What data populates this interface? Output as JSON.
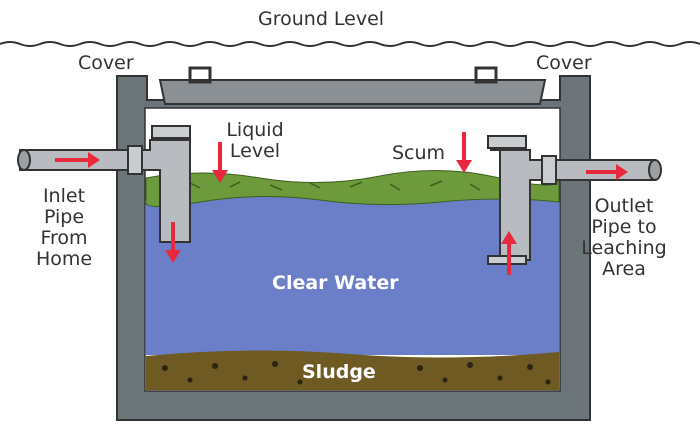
{
  "diagram": {
    "labels": {
      "ground_level": "Ground Level",
      "cover_left": "Cover",
      "cover_right": "Cover",
      "liquid_level": [
        "Liquid",
        "Level"
      ],
      "scum": "Scum",
      "inlet": [
        "Inlet",
        "Pipe",
        "From",
        "Home"
      ],
      "outlet": [
        "Outlet",
        "Pipe to",
        "Leaching",
        "Area"
      ],
      "clear_water": "Clear Water",
      "sludge": "Sludge"
    },
    "colors": {
      "tank_wall": "#6b7478",
      "water": "#6b7fc9",
      "scum": "#6d9a3a",
      "sludge": "#6e5a22",
      "pipe": "#b8bcc0",
      "arrow": "#e8283c",
      "cover": "#8a9094"
    }
  }
}
